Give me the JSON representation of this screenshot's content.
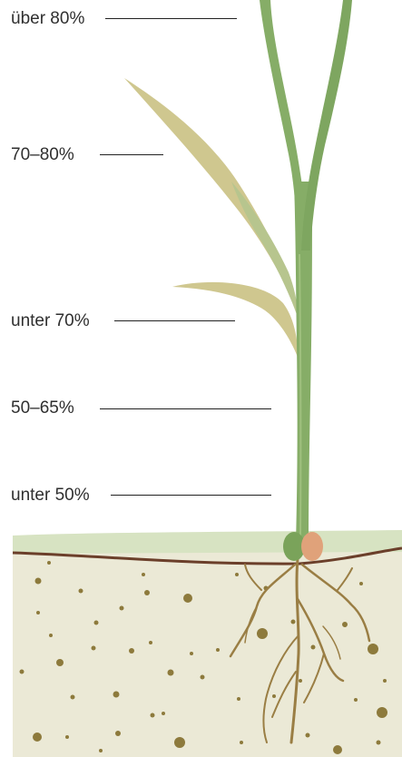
{
  "labels": {
    "over_80": "über 80%",
    "range_70_80": "70–80%",
    "under_70": "unter 70%",
    "range_50_65": "50–65%",
    "under_50": "unter 50%"
  },
  "colors": {
    "stem": "#86ad67",
    "stem_dark": "#6f9a56",
    "leaf_dry": "#cfc78f",
    "leaf_pale": "#b7c58e",
    "soil": "#ebe9d6",
    "soil_surface": "#6b3f2a",
    "grass_band": "#d7e3c2",
    "root": "#9a7e44",
    "seed_green": "#7aa35a",
    "seed_orange": "#e0a27a",
    "soil_particle": "#8d7a3c"
  }
}
